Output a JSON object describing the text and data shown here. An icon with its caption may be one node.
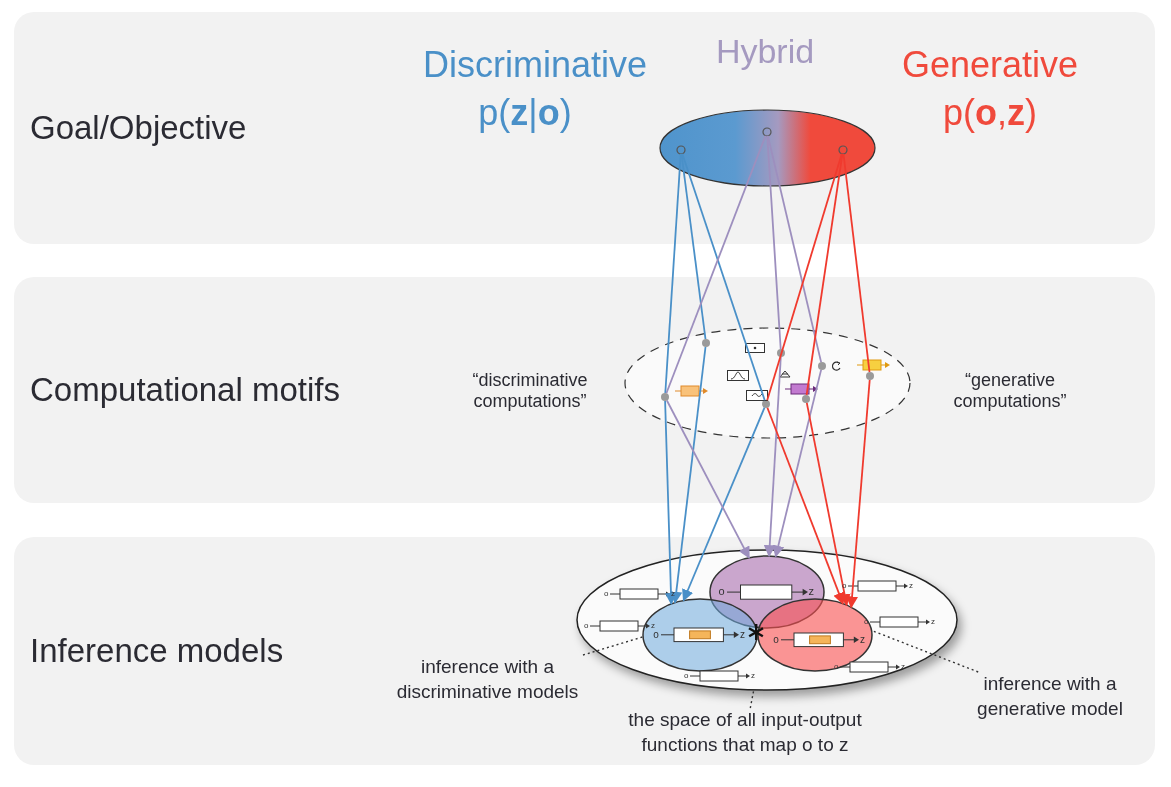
{
  "diagram": {
    "nodes": [
      {
        "text": [
          "Goal/Objective"
        ]
      },
      {
        "text": [
          "Computational motifs"
        ]
      },
      {
        "text": [
          "Inference models"
        ]
      },
      {
        "text": [],
        "shape": "ellipse",
        "in": 0
      },
      {
        "text": [],
        "shape": "circle",
        "in": 3
      },
      {
        "text": [],
        "shape": "circle",
        "in": 3
      },
      {
        "text": [],
        "shape": "circle",
        "in": 3
      },
      {
        "text": [],
        "shape": "ellipse",
        "in": 1
      },
      {
        "text": [],
        "shape": "circle",
        "in": 7
      },
      {
        "text": [],
        "shape": "circle",
        "in": 7
      },
      {
        "text": [],
        "shape": "circle",
        "in": 7
      },
      {
        "text": [],
        "shape": "circle",
        "in": 7
      },
      {
        "text": [],
        "shape": "circle",
        "in": 7
      },
      {
        "text": [],
        "shape": "circle",
        "in": 7
      },
      {
        "text": [],
        "shape": "circle",
        "in": 7
      },
      {
        "text": [],
        "shape": "ellipse",
        "in": 2
      },
      {
        "text": [],
        "shape": "ellipse",
        "in": 15
      },
      {
        "text": [],
        "shape": "ellipse",
        "in": 15
      },
      {
        "text": [],
        "shape": "ellipse",
        "in": 15
      },
      {
        "text": [
          "inference with a discriminative models"
        ],
        "in": 2
      },
      {
        "text": [
          "the space of all input-output functions that map o to z"
        ],
        "in": 2
      },
      {
        "text": [
          "inference with a generative model"
        ],
        "in": 2
      }
    ],
    "edges": [
      {
        "from": 4,
        "to": 8,
        "arrow": "none",
        "color": "#4a90c8"
      },
      {
        "from": 8,
        "to": 17,
        "arrow": "to",
        "color": "#4a90c8"
      },
      {
        "from": 4,
        "to": 9,
        "arrow": "none",
        "color": "#4a90c8"
      },
      {
        "from": 9,
        "to": 17,
        "arrow": "to",
        "color": "#4a90c8"
      },
      {
        "from": 4,
        "to": 12,
        "arrow": "none",
        "color": "#4a90c8"
      },
      {
        "from": 12,
        "to": 17,
        "arrow": "to",
        "color": "#4a90c8"
      },
      {
        "from": 5,
        "to": 8,
        "arrow": "none",
        "color": "#9d8fbe"
      },
      {
        "from": 8,
        "to": 16,
        "arrow": "to",
        "color": "#9d8fbe"
      },
      {
        "from": 5,
        "to": 10,
        "arrow": "none",
        "color": "#9d8fbe"
      },
      {
        "from": 10,
        "to": 16,
        "arrow": "to",
        "color": "#9d8fbe"
      },
      {
        "from": 5,
        "to": 11,
        "arrow": "none",
        "color": "#9d8fbe"
      },
      {
        "from": 11,
        "to": 16,
        "arrow": "to",
        "color": "#9d8fbe"
      },
      {
        "from": 6,
        "to": 12,
        "arrow": "none",
        "color": "#f03a2e"
      },
      {
        "from": 12,
        "to": 18,
        "arrow": "to",
        "color": "#f03a2e"
      },
      {
        "from": 6,
        "to": 13,
        "arrow": "none",
        "color": "#f03a2e"
      },
      {
        "from": 13,
        "to": 18,
        "arrow": "to",
        "color": "#f03a2e"
      },
      {
        "from": 6,
        "to": 14,
        "arrow": "none",
        "color": "#f03a2e"
      },
      {
        "from": 14,
        "to": 18,
        "arrow": "to",
        "color": "#f03a2e"
      },
      {
        "from": 19,
        "to": 17,
        "arrow": "none",
        "style": "dashed",
        "color": "#333333"
      },
      {
        "from": 20,
        "to": 15,
        "arrow": "none",
        "style": "dashed",
        "color": "#333333"
      },
      {
        "from": 21,
        "to": 18,
        "arrow": "none",
        "style": "dashed",
        "color": "#333333"
      }
    ],
    "labels": [
      "Discriminative",
      "p(**z**|**o**)",
      "Hybrid",
      "Generative",
      "p(**o**,**z**)",
      "“discriminative computations”",
      "“generative computations”",
      "o",
      "z",
      "o",
      "z",
      "o",
      "z",
      "o",
      "z",
      "o",
      "z",
      "o",
      "z",
      "o",
      "z",
      "o",
      "z",
      "o",
      "z"
    ]
  }
}
